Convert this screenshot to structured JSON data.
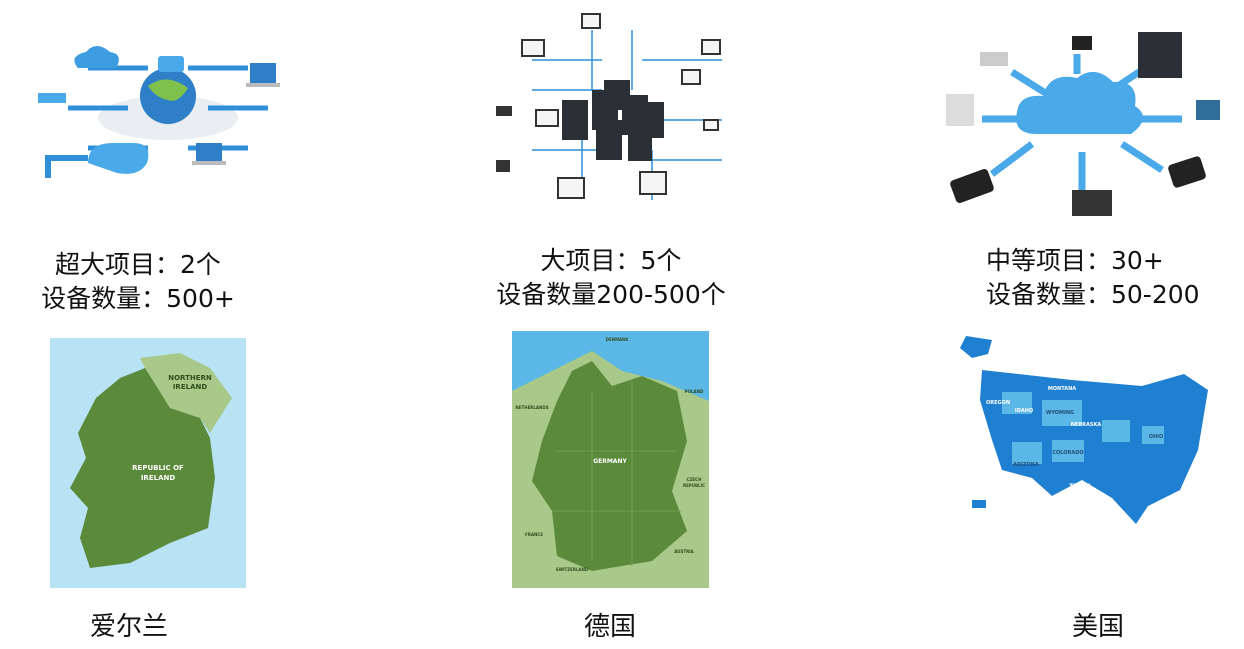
{
  "columns": [
    {
      "line1": "超大项目：2个",
      "line2": "设备数量：500+",
      "country": "爱尔兰",
      "map_labels": {
        "north": "NORTHERN\nIRELAND",
        "north_l1": "NORTHERN",
        "north_l2": "IRELAND",
        "main_l1": "REPUBLIC OF",
        "main_l2": "IRELAND"
      }
    },
    {
      "line1": "大项目：5个",
      "line2": "设备数量200-500个",
      "country": "德国",
      "map_labels": {
        "main": "GERMANY",
        "denmark": "DENMARK",
        "poland": "POLAND",
        "czech_l1": "CZECH",
        "czech_l2": "REPUBLIC",
        "austria": "AUSTRIA",
        "switzerland": "SWITZERLAND",
        "france": "FRANCE",
        "netherlands": "NETHERLANDS"
      }
    },
    {
      "line1": "中等项目：30+",
      "line2": "设备数量：50-200",
      "country": "美国",
      "map_labels": {
        "montana": "MONTANA",
        "oregon": "OREGON",
        "idaho": "IDAHO",
        "wyoming": "WYOMING",
        "nebraska": "NEBRASKA",
        "colorado": "COLORADO",
        "arizona": "ARIZONA",
        "texas": "TEXAS",
        "ohio": "OHIO"
      }
    }
  ],
  "colors": {
    "network_blue": "#2f8fd8",
    "cloud_blue": "#4aa9e8",
    "map_green": "#5b8a3a",
    "map_light_green": "#a9c98a",
    "sea_blue": "#b8e3f5",
    "usa_blue": "#1f7fd1"
  }
}
